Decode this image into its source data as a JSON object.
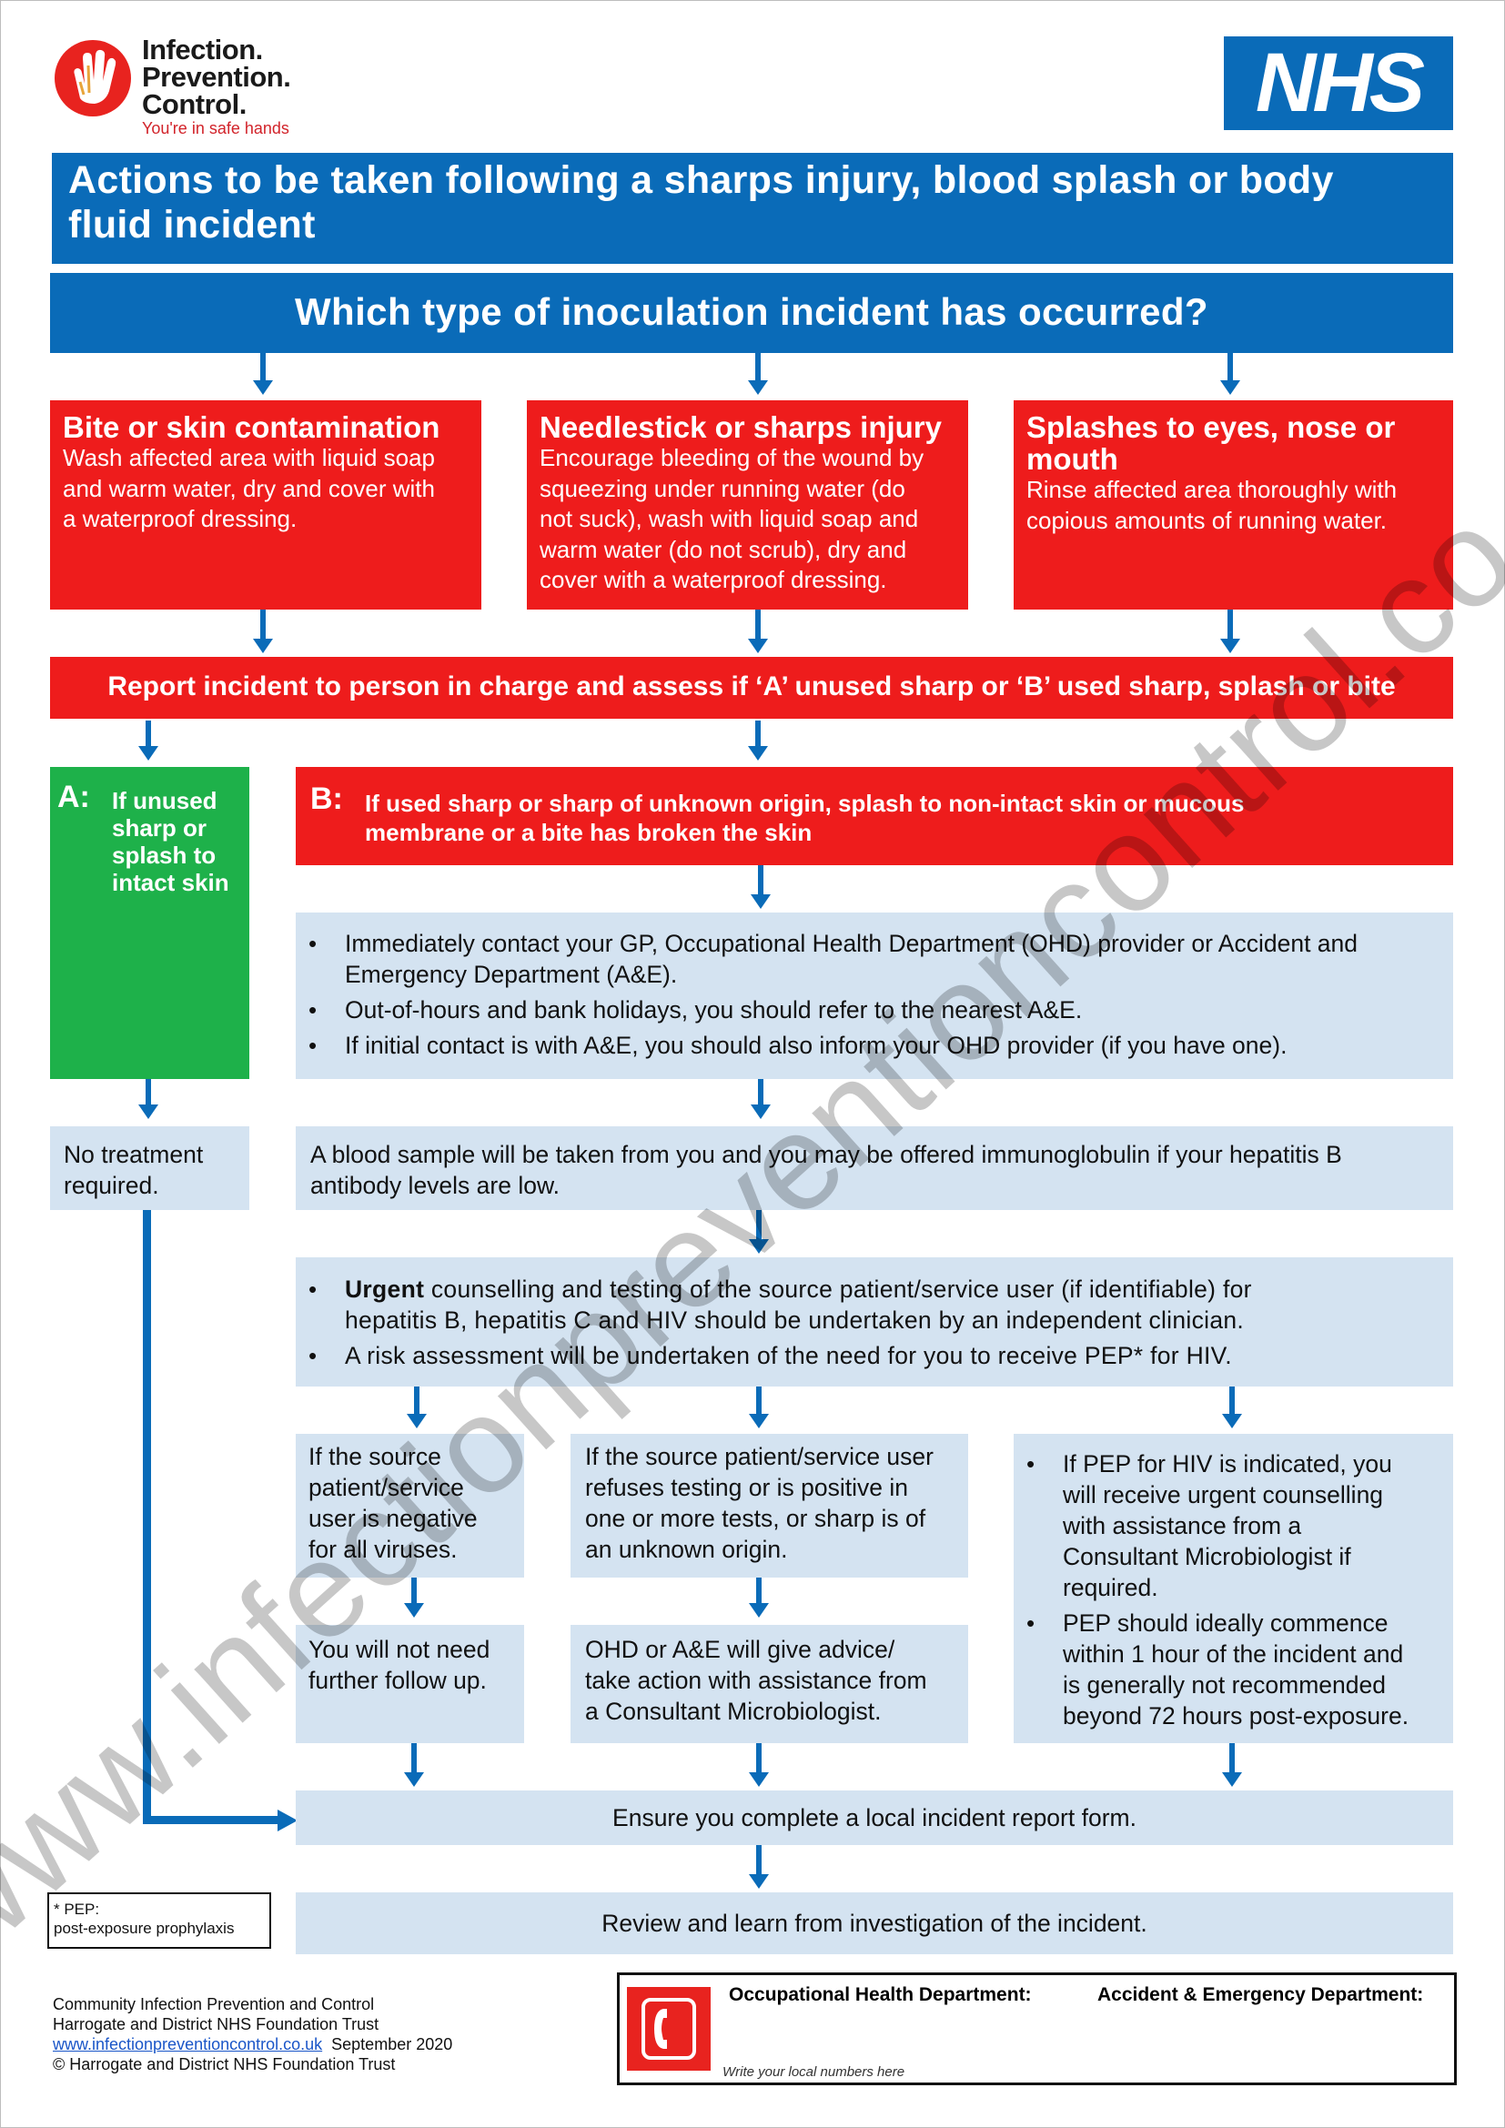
{
  "logo": {
    "line1": "Infection.",
    "line2": "Prevention.",
    "line3": "Control.",
    "tagline": "You're in safe hands",
    "nhs": "NHS"
  },
  "title": {
    "line1": "Actions to be taken following a sharps injury, blood splash or body",
    "line2": "fluid incident"
  },
  "question": "Which type of inoculation incident has occurred?",
  "injuries": [
    {
      "title": [
        "Bite or skin contamination"
      ],
      "body": [
        "Wash affected area with liquid soap",
        "and warm water, dry and cover with",
        "a waterproof dressing."
      ]
    },
    {
      "title": [
        "Needlestick or sharps injury"
      ],
      "body": [
        "Encourage bleeding of the wound by",
        "squeezing under running water (do",
        "not suck), wash with liquid soap and",
        "warm water (do not scrub), dry and",
        "cover with a waterproof dressing."
      ]
    },
    {
      "title": [
        "Splashes to eyes, nose or",
        "mouth"
      ],
      "body": [
        "Rinse affected area thoroughly with",
        "copious amounts of running water."
      ]
    }
  ],
  "report": "Report incident to person in charge and assess if ‘A’ unused sharp or ‘B’ used sharp, splash or bite",
  "a": {
    "letter": "A:",
    "lines": [
      "If unused",
      "sharp or",
      "splash to",
      "intact skin"
    ],
    "no_treatment": [
      "No treatment",
      "required."
    ]
  },
  "b": {
    "letter": "B:",
    "lines": [
      "If used sharp or sharp of unknown origin, splash to non-intact skin or mucous",
      "membrane or a bite has broken the skin"
    ]
  },
  "contact": [
    [
      "Immediately contact your GP, Occupational Health Department (OHD) provider or Accident and",
      "Emergency Department (A&E)."
    ],
    [
      "Out-of-hours and bank holidays, you should refer to the nearest A&E."
    ],
    [
      "If initial contact is with A&E, you should also inform your OHD provider (if you have one)."
    ]
  ],
  "blood": [
    "A blood sample will be taken from you and you may be offered immunoglobulin if your hepatitis B",
    "antibody levels are low."
  ],
  "urgent": {
    "bold": "Urgent",
    "first": [
      " counselling and testing of the source patient/service user (if identifiable) for",
      "hepatitis B, hepatitis C and HIV should be undertaken by an independent clinician."
    ],
    "second": [
      "A risk assessment will be undertaken of the need for you to receive PEP* for HIV."
    ]
  },
  "col1": {
    "top": [
      "If the source",
      "patient/service",
      "user is negative",
      "for all viruses."
    ],
    "bottom": [
      "You will not need",
      "further follow up."
    ]
  },
  "col2": {
    "top": [
      "If the source patient/service user",
      "refuses testing or is positive in",
      "one or more tests, or sharp is of",
      "an unknown origin."
    ],
    "bottom": [
      "OHD or A&E will give advice/",
      "take action with assistance from",
      "a Consultant Microbiologist."
    ]
  },
  "col3": [
    [
      "If PEP for HIV is indicated, you",
      "will receive urgent counselling",
      "with assistance from a",
      "Consultant Microbiologist if",
      "required."
    ],
    [
      "PEP should ideally commence",
      "within 1 hour of the incident and",
      "is generally not recommended",
      "beyond 72 hours post-exposure."
    ]
  ],
  "ensure": "Ensure you complete a local incident report form.",
  "review": "Review and learn from investigation of the incident.",
  "pep": {
    "line1": "* PEP:",
    "line2": "post-exposure prophylaxis"
  },
  "footer": {
    "line1": "Community Infection Prevention and Control",
    "line2": "Harrogate and District NHS Foundation Trust",
    "link": "www.infectionpreventioncontrol.co.uk",
    "date": "  September 2020",
    "line4": "© Harrogate and District NHS Foundation Trust"
  },
  "phone": {
    "ohd": "Occupational Health Department:",
    "ae": "Accident & Emergency Department:",
    "note": "Write your local numbers here"
  },
  "watermark": "www.infectionpreventioncontrol.co.uk",
  "colors": {
    "nhs_blue": "#0a6bb8",
    "red": "#ee1c1c",
    "green": "#1eb14a",
    "light_blue": "#d4e3f1"
  }
}
